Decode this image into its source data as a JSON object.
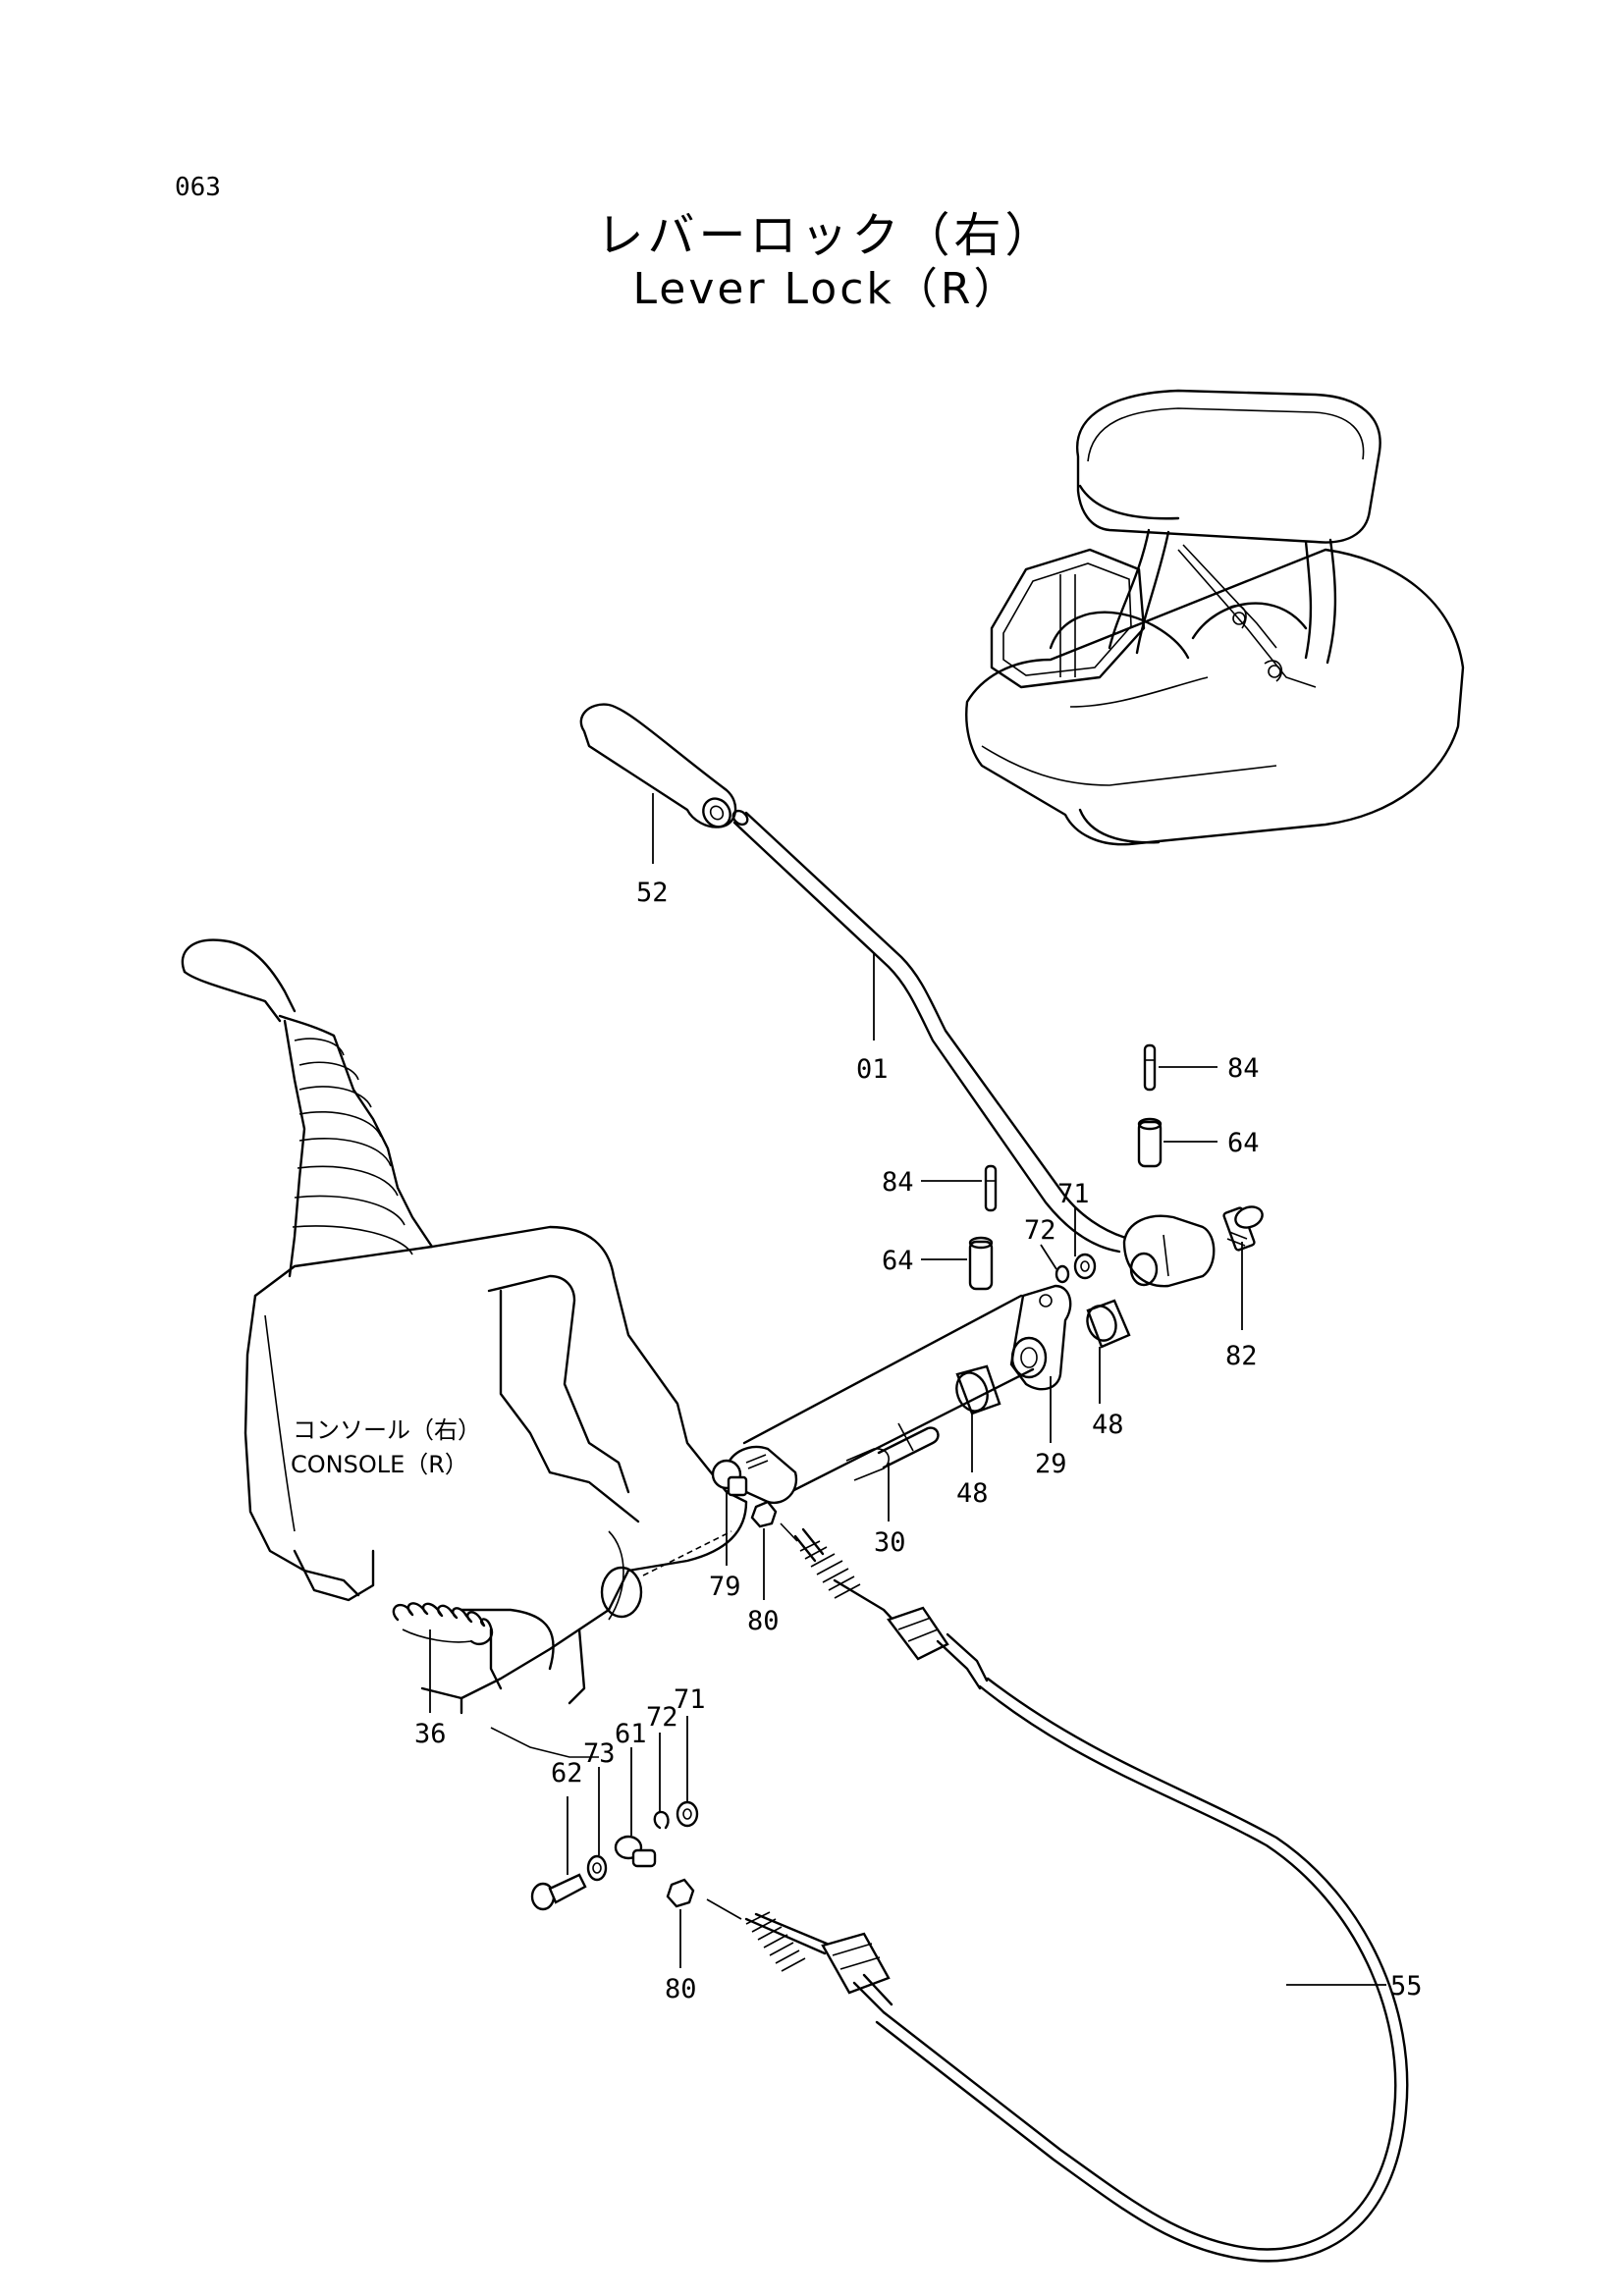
{
  "page": {
    "number": "063"
  },
  "title": {
    "japanese": "レバーロック（右）",
    "english": "Lever Lock（R）"
  },
  "console": {
    "japanese": "コンソール（右）",
    "english": "CONSOLE（R）"
  },
  "parts": {
    "p52": "52",
    "p01": "01",
    "p84a": "84",
    "p64a": "64",
    "p82": "82",
    "p84b": "84",
    "p71a": "71",
    "p72a": "72",
    "p64b": "64",
    "p48a": "48",
    "p29": "29",
    "p48b": "48",
    "p30": "30",
    "p79": "79",
    "p80a": "80",
    "p36": "36",
    "p62": "62",
    "p73": "73",
    "p61": "61",
    "p72b": "72",
    "p71b": "71",
    "p80b": "80",
    "p55": "55"
  }
}
